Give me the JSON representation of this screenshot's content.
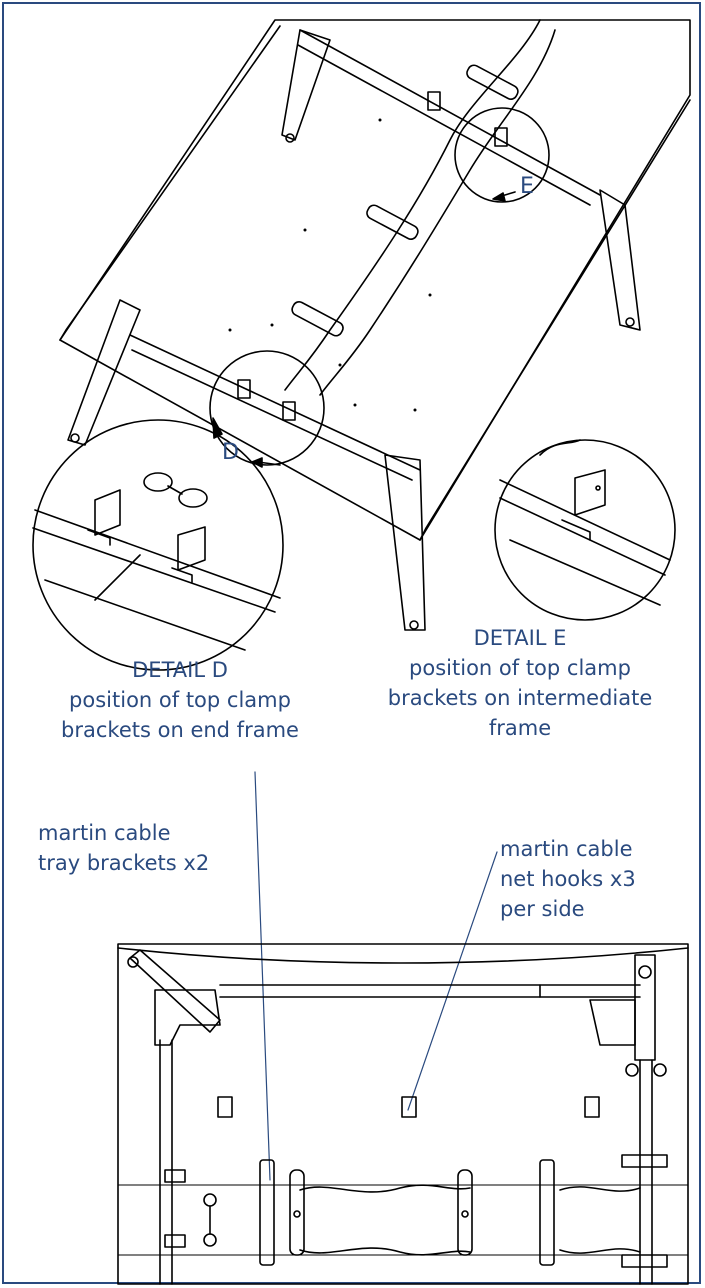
{
  "callouts": {
    "d": "D",
    "e": "E"
  },
  "detail_d": {
    "title": "DETAIL D",
    "line1": "position of top clamp",
    "line2": "brackets on end frame"
  },
  "detail_e": {
    "title": "DETAIL E",
    "line1": "position of top clamp",
    "line2": "brackets on intermediate",
    "line3": "frame"
  },
  "tray_label": {
    "line1": "martin cable",
    "line2": "tray brackets x2"
  },
  "hooks_label": {
    "line1": "martin cable",
    "line2": "net hooks x3",
    "line3": "per side"
  },
  "colors": {
    "text": "#2a4a7f",
    "border": "#2a4a7f",
    "line": "#000000"
  }
}
